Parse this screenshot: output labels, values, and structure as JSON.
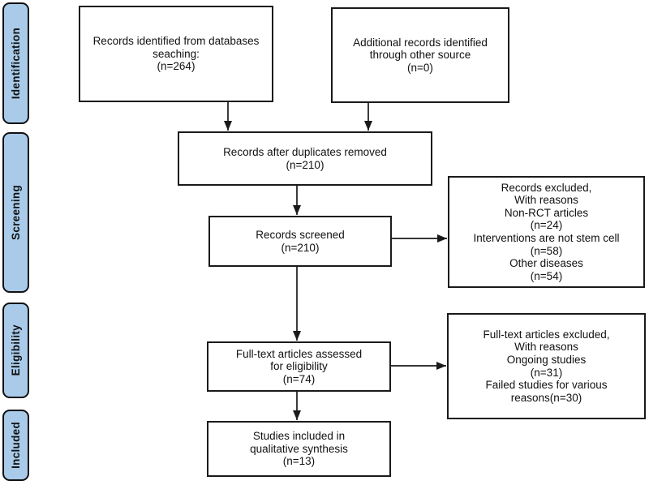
{
  "sidebar": {
    "stages": [
      {
        "label": "Identification"
      },
      {
        "label": "Screening"
      },
      {
        "label": "Eligibility"
      },
      {
        "label": "Included"
      }
    ]
  },
  "flow": {
    "records_identified": {
      "text": "Records identified from databases\nseaching:\n(n=264)"
    },
    "additional_records": {
      "text": "Additional records identified\nthrough other source\n(n=0)"
    },
    "after_duplicates": {
      "text": "Records after duplicates removed\n(n=210)"
    },
    "records_screened": {
      "text": "Records screened\n(n=210)"
    },
    "records_excluded": {
      "text": "Records excluded,\nWith reasons\nNon-RCT articles\n(n=24)\nInterventions are not stem cell\n(n=58)\nOther diseases\n(n=54)"
    },
    "fulltext_assessed": {
      "text": "Full-text articles assessed\nfor eligibility\n(n=74)"
    },
    "fulltext_excluded": {
      "text": "Full-text articles excluded,\nWith reasons\nOngoing studies\n(n=31)\nFailed studies for various\nreasons(n=30)"
    },
    "studies_included": {
      "text": "Studies included in\nqualitative synthesis\n(n=13)"
    }
  },
  "colors": {
    "stage_fill": "#a9cbe9",
    "stage_border": "#111111",
    "box_border": "#1a1a1a",
    "bg": "#ffffff",
    "ink": "#111111"
  }
}
